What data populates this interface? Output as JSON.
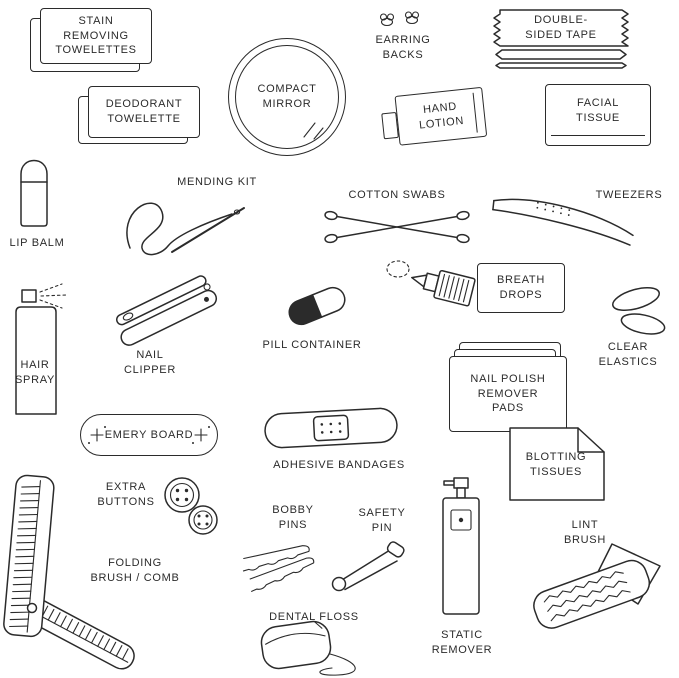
{
  "palette": {
    "ink": "#2b2b2b",
    "bg": "#ffffff"
  },
  "items": {
    "stain_towelettes": {
      "label": "STAIN\nREMOVING\nTOWELETTES"
    },
    "deodorant_towelette": {
      "label": "DEODORANT\nTOWELETTE"
    },
    "compact_mirror": {
      "label": "COMPACT\nMIRROR"
    },
    "earring_backs": {
      "label": "EARRING\nBACKS"
    },
    "double_sided_tape": {
      "label": "DOUBLE-\nSIDED TAPE"
    },
    "hand_lotion": {
      "label": "HAND\nLOTION"
    },
    "facial_tissue": {
      "label": "FACIAL\nTISSUE"
    },
    "lip_balm": {
      "label": "LIP BALM"
    },
    "mending_kit": {
      "label": "MENDING KIT"
    },
    "cotton_swabs": {
      "label": "COTTON SWABS"
    },
    "tweezers": {
      "label": "TWEEZERS"
    },
    "hair_spray": {
      "label": "HAIR\nSPRAY"
    },
    "nail_clipper": {
      "label": "NAIL\nCLIPPER"
    },
    "pill_container": {
      "label": "PILL CONTAINER"
    },
    "breath_drops": {
      "label": "BREATH\nDROPS"
    },
    "clear_elastics": {
      "label": "CLEAR\nELASTICS"
    },
    "nail_polish_remover_pads": {
      "label": "NAIL POLISH\nREMOVER\nPADS"
    },
    "emery_board": {
      "label": "EMERY BOARD"
    },
    "adhesive_bandages": {
      "label": "ADHESIVE BANDAGES"
    },
    "blotting_tissues": {
      "label": "BLOTTING\nTISSUES"
    },
    "extra_buttons": {
      "label": "EXTRA\nBUTTONS"
    },
    "bobby_pins": {
      "label": "BOBBY\nPINS"
    },
    "safety_pin": {
      "label": "SAFETY\nPIN"
    },
    "static_remover": {
      "label": "STATIC\nREMOVER"
    },
    "lint_brush": {
      "label": "LINT\nBRUSH"
    },
    "folding_brush_comb": {
      "label": "FOLDING\nBRUSH / COMB"
    },
    "dental_floss": {
      "label": "DENTAL FLOSS"
    }
  }
}
